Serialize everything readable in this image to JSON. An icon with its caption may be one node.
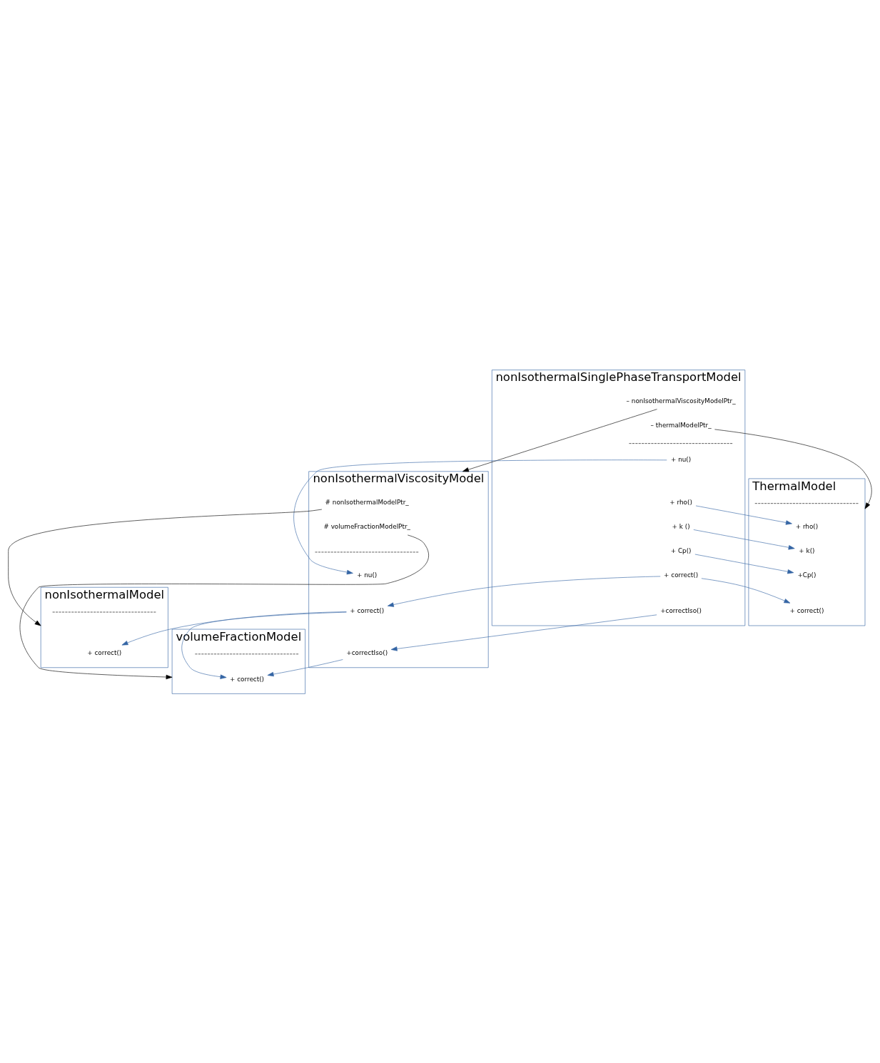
{
  "diagram": {
    "nodes": [
      {
        "text": [
          "nonIsothermalSinglePhaseTransportModel"
        ]
      },
      {
        "text": [
          "– nonIsothermalViscosityModelPtr_"
        ],
        "in": 0
      },
      {
        "text": [
          "– thermalModelPtr_"
        ],
        "in": 0
      },
      {
        "text": [
          "+ nu()"
        ],
        "in": 0
      },
      {
        "text": [
          "+ rho()"
        ],
        "in": 0
      },
      {
        "text": [
          "+ k ()"
        ],
        "in": 0
      },
      {
        "text": [
          "+ Cp()"
        ],
        "in": 0
      },
      {
        "text": [
          "+ correct()"
        ],
        "in": 0
      },
      {
        "text": [
          "+correctIso()"
        ],
        "in": 0
      },
      {
        "text": [
          "nonIsothermalViscosityModel"
        ]
      },
      {
        "text": [
          "# nonIsothermalModelPtr_"
        ],
        "in": 9
      },
      {
        "text": [
          "# volumeFractionModelPtr_"
        ],
        "in": 9
      },
      {
        "text": [
          "+ nu()"
        ],
        "in": 9
      },
      {
        "text": [
          "+ correct()"
        ],
        "in": 9
      },
      {
        "text": [
          "+correctIso()"
        ],
        "in": 9
      },
      {
        "text": [
          "nonIsothermalModel"
        ]
      },
      {
        "text": [
          "+ correct()"
        ],
        "in": 15
      },
      {
        "text": [
          "volumeFractionModel"
        ]
      },
      {
        "text": [
          "+ correct()"
        ],
        "in": 17
      },
      {
        "text": [
          "ThermalModel"
        ]
      },
      {
        "text": [
          "+ rho()"
        ],
        "in": 19
      },
      {
        "text": [
          "+ k()"
        ],
        "in": 19
      },
      {
        "text": [
          "+Cp()"
        ],
        "in": 19
      },
      {
        "text": [
          "+ correct()"
        ],
        "in": 19
      }
    ],
    "edges": [
      {
        "from": 1,
        "to": 9,
        "arrow": "to",
        "color": "#000000"
      },
      {
        "from": 2,
        "to": 19,
        "arrow": "to",
        "color": "#000000"
      },
      {
        "from": 3,
        "to": 12,
        "arrow": "to"
      },
      {
        "from": 4,
        "to": 20,
        "arrow": "to"
      },
      {
        "from": 5,
        "to": 21,
        "arrow": "to"
      },
      {
        "from": 6,
        "to": 22,
        "arrow": "to"
      },
      {
        "from": 7,
        "to": 13,
        "arrow": "to"
      },
      {
        "from": 7,
        "to": 23,
        "arrow": "to"
      },
      {
        "from": 8,
        "to": 14,
        "arrow": "to"
      },
      {
        "from": 10,
        "to": 15,
        "arrow": "to",
        "color": "#000000"
      },
      {
        "from": 11,
        "to": 17,
        "arrow": "to",
        "color": "#000000"
      },
      {
        "from": 13,
        "to": 16,
        "arrow": "to"
      },
      {
        "from": 13,
        "to": 18,
        "arrow": "to"
      },
      {
        "from": 14,
        "to": 18,
        "arrow": "to"
      }
    ]
  }
}
